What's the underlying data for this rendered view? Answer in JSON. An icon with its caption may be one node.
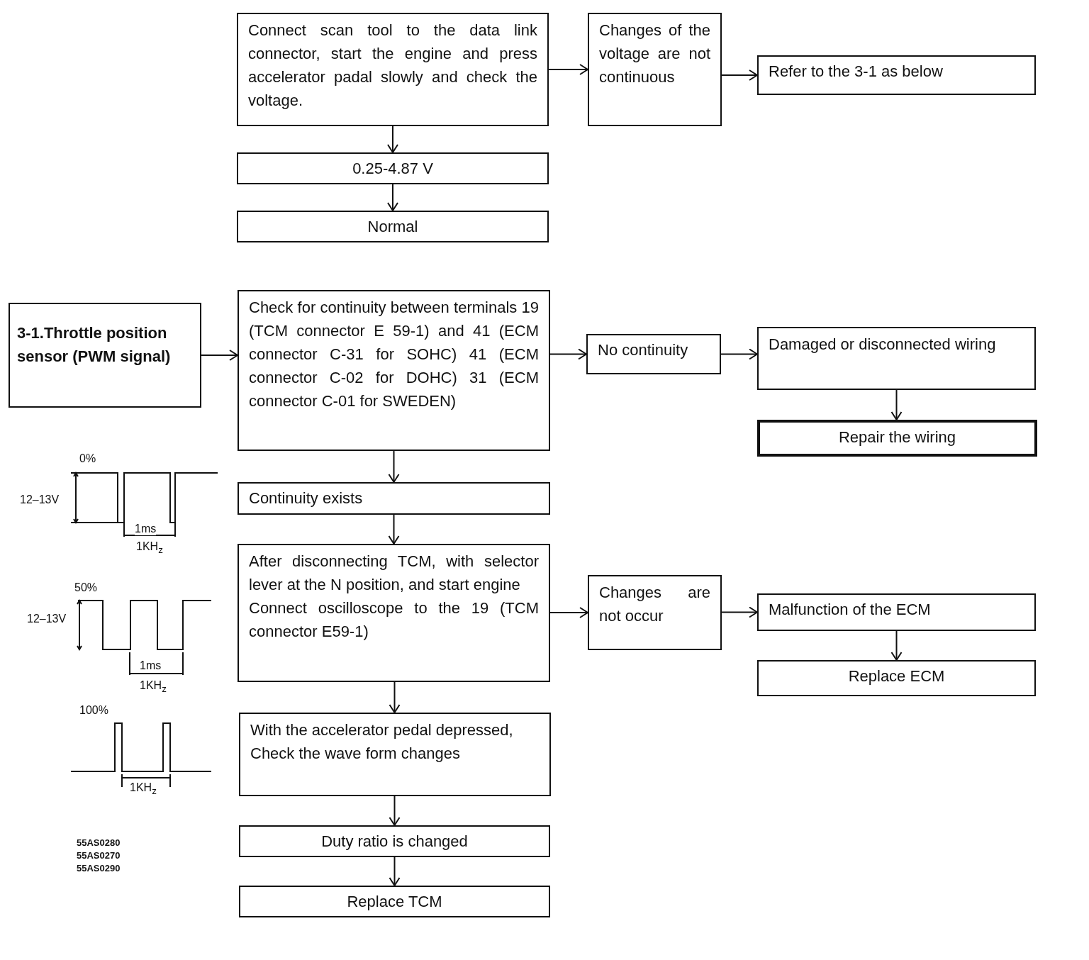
{
  "diagram": {
    "nodes": [
      {
        "text": [
          "Connect scan tool to the data link connector, start the engine and press accelerator padal slowly and check the voltage."
        ]
      },
      {
        "text": [
          "Changes of the voltage are not continuous"
        ]
      },
      {
        "text": [
          "Refer to the 3-1 as below"
        ]
      },
      {
        "text": [
          "0.25-4.87 V"
        ]
      },
      {
        "text": [
          "Normal"
        ]
      },
      {
        "text": [
          "3-1.Throttle position sensor (PWM signal)"
        ]
      },
      {
        "text": [
          "Check for continuity between terminals 19 (TCM connector E 59-1) and 41 (ECM connector C-31 for SOHC) 41 (ECM connector C-02 for DOHC) 31 (ECM connector C-01 for SWEDEN)"
        ]
      },
      {
        "text": [
          "No continuity"
        ]
      },
      {
        "text": [
          "Damaged or disconnected wiring"
        ]
      },
      {
        "text": [
          "Repair the wiring"
        ]
      },
      {
        "text": [
          "Continuity exists"
        ]
      },
      {
        "text": [
          "After disconnecting TCM, with selector lever at the N position, and start engine",
          "Connect oscilloscope to the 19 (TCM connector E59-1)"
        ]
      },
      {
        "text": [
          "Changes are not occur"
        ]
      },
      {
        "text": [
          "Malfunction of the ECM"
        ]
      },
      {
        "text": [
          "Replace ECM"
        ]
      },
      {
        "text": [
          "With the accelerator pedal depressed, Check the wave form changes"
        ]
      },
      {
        "text": [
          "Duty ratio is changed"
        ]
      },
      {
        "text": [
          "Replace TCM"
        ]
      }
    ],
    "edges": [
      {
        "from": 0,
        "to": 1,
        "arrow": "to"
      },
      {
        "from": 1,
        "to": 2,
        "arrow": "to"
      },
      {
        "from": 0,
        "to": 3,
        "arrow": "to"
      },
      {
        "from": 3,
        "to": 4,
        "arrow": "to"
      },
      {
        "from": 5,
        "to": 6,
        "arrow": "to"
      },
      {
        "from": 6,
        "to": 7,
        "arrow": "to"
      },
      {
        "from": 7,
        "to": 8,
        "arrow": "to"
      },
      {
        "from": 8,
        "to": 9,
        "arrow": "to"
      },
      {
        "from": 6,
        "to": 10,
        "arrow": "to"
      },
      {
        "from": 10,
        "to": 11,
        "arrow": "to"
      },
      {
        "from": 11,
        "to": 12,
        "arrow": "to"
      },
      {
        "from": 12,
        "to": 13,
        "arrow": "to"
      },
      {
        "from": 13,
        "to": 14,
        "arrow": "to"
      },
      {
        "from": 11,
        "to": 15,
        "arrow": "to"
      },
      {
        "from": 15,
        "to": 16,
        "arrow": "to"
      },
      {
        "from": 16,
        "to": 17,
        "arrow": "to"
      }
    ],
    "labels": [
      "0%",
      "12–13V",
      "1ms",
      "1KH$_{z}$",
      "50%",
      "12–13V",
      "1ms",
      "1KH$_{z}$",
      "100%",
      "1KH$_{z}$",
      "55AS0280",
      "55AS0270",
      "55AS0290"
    ]
  }
}
